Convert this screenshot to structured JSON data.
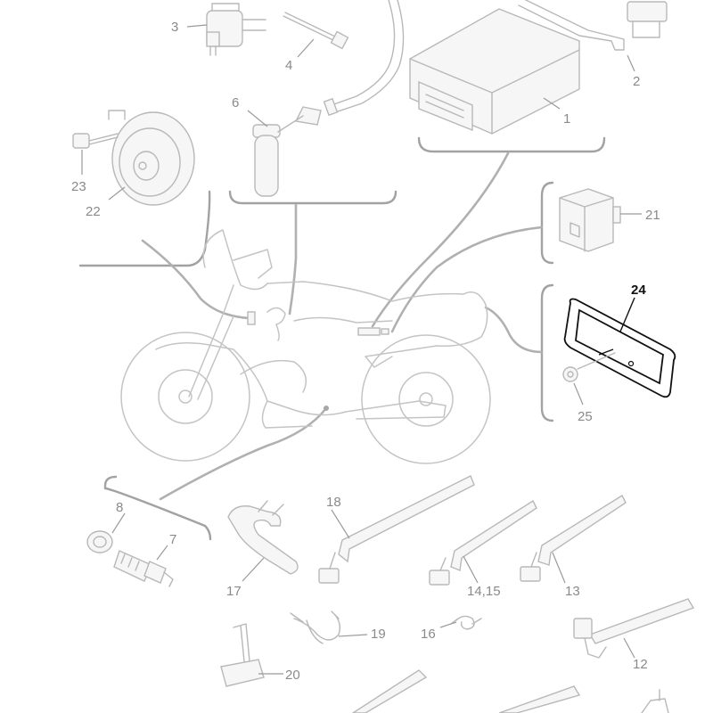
{
  "diagram": {
    "background": "#ffffff",
    "line_color": "#b8b8b8",
    "highlight_color": "#111111",
    "callouts": [
      {
        "id": "c1",
        "label": "1"
      },
      {
        "id": "c2",
        "label": "2"
      },
      {
        "id": "c3",
        "label": "3"
      },
      {
        "id": "c4",
        "label": "4"
      },
      {
        "id": "c6",
        "label": "6"
      },
      {
        "id": "c7",
        "label": "7"
      },
      {
        "id": "c8",
        "label": "8"
      },
      {
        "id": "c12",
        "label": "12"
      },
      {
        "id": "c13",
        "label": "13"
      },
      {
        "id": "c1415",
        "label": "14,15"
      },
      {
        "id": "c16",
        "label": "16"
      },
      {
        "id": "c17",
        "label": "17"
      },
      {
        "id": "c18",
        "label": "18"
      },
      {
        "id": "c19",
        "label": "19"
      },
      {
        "id": "c20",
        "label": "20"
      },
      {
        "id": "c21",
        "label": "21"
      },
      {
        "id": "c22",
        "label": "22"
      },
      {
        "id": "c23",
        "label": "23"
      },
      {
        "id": "c24",
        "label": "24",
        "highlighted": true
      },
      {
        "id": "c25",
        "label": "25"
      }
    ]
  }
}
